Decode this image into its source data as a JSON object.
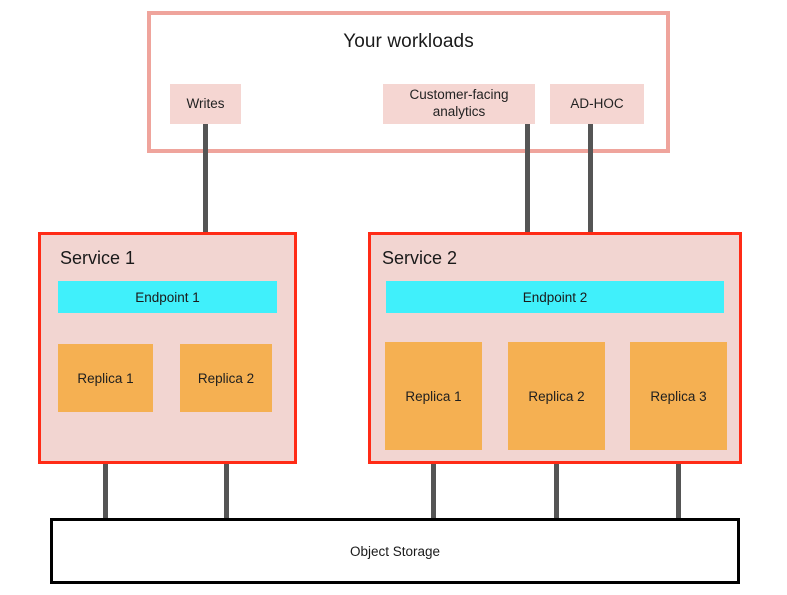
{
  "workloads": {
    "title": "Your workloads",
    "chips": [
      {
        "label": "Writes"
      },
      {
        "label": "Customer-facing analytics"
      },
      {
        "label": "AD-HOC"
      }
    ]
  },
  "services": [
    {
      "label": "Service 1",
      "endpoint": "Endpoint 1",
      "replicas": [
        {
          "label": "Replica 1"
        },
        {
          "label": "Replica 2"
        }
      ]
    },
    {
      "label": "Service 2",
      "endpoint": "Endpoint 2",
      "replicas": [
        {
          "label": "Replica 1"
        },
        {
          "label": "Replica 2"
        },
        {
          "label": "Replica 3"
        }
      ]
    }
  ],
  "storage": {
    "label": "Object Storage"
  },
  "colors": {
    "workloads_border": "#EFA49C",
    "chip_fill": "#F5D6D2",
    "service_border": "#FF2B16",
    "service_fill": "#F2D5D1",
    "endpoint_fill": "#40F0FB",
    "replica_fill": "#F5B052",
    "connector": "#555555",
    "storage_border": "#000000",
    "canvas": "#FFFFFF"
  }
}
